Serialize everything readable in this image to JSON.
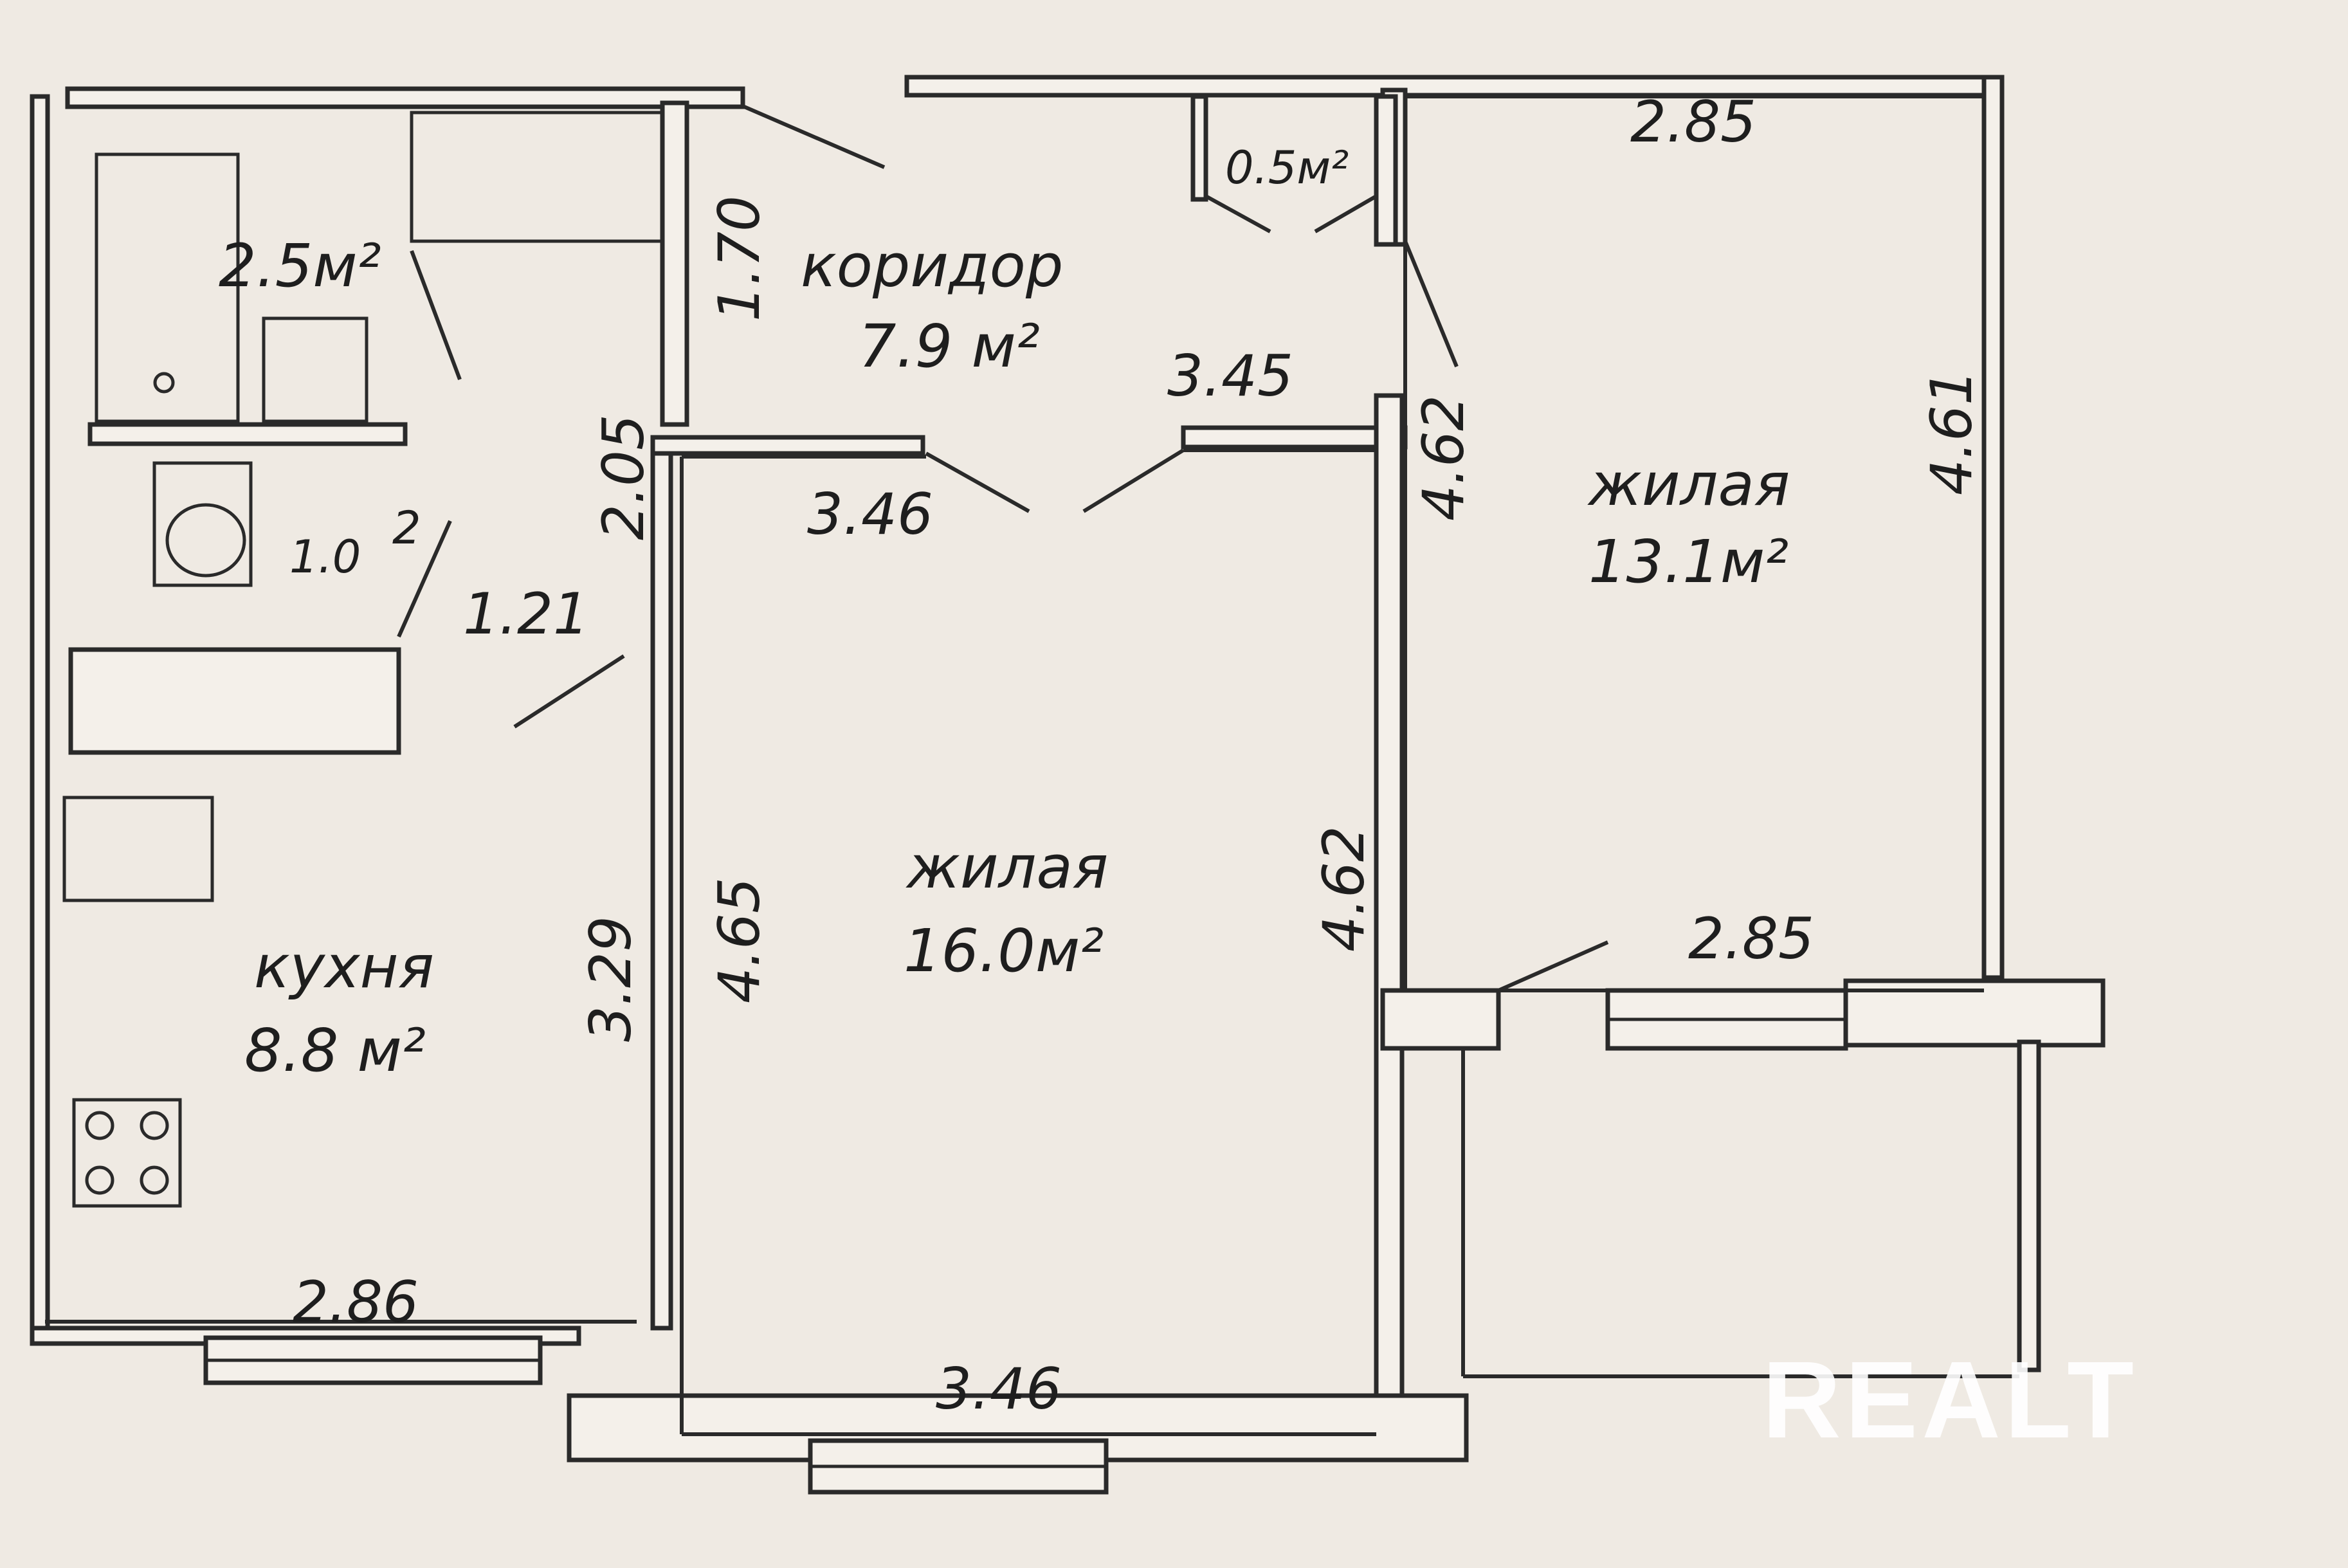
{
  "rooms": {
    "bathroom": {
      "area": "2.5м²"
    },
    "toilet": {
      "area_prefix": "1.0",
      "area_sup": "2"
    },
    "closet": {
      "area": "0.5м²"
    },
    "corridor": {
      "name": "коридор",
      "area": "7.9 м²"
    },
    "kitchen": {
      "name": "кухня",
      "area": "8.8 м²"
    },
    "living_large": {
      "name": "жилая",
      "area": "16.0м²"
    },
    "living_small": {
      "name": "жилая",
      "area": "13.1м²"
    }
  },
  "dimensions": {
    "bath_corridor_wall": "1.70",
    "toilet_height": "2.05",
    "toilet_width": "1.21",
    "kitchen_width": "2.86",
    "kitchen_depth": "3.29",
    "living_large_top": "3.46",
    "living_large_bottom": "3.46",
    "living_large_left": "4.65",
    "living_large_right": "4.62",
    "corridor_width": "3.45",
    "living_small_top": "2.85",
    "living_small_bottom": "2.85",
    "living_small_left": "4.62",
    "living_small_right": "4.61"
  },
  "watermark": "REALT"
}
